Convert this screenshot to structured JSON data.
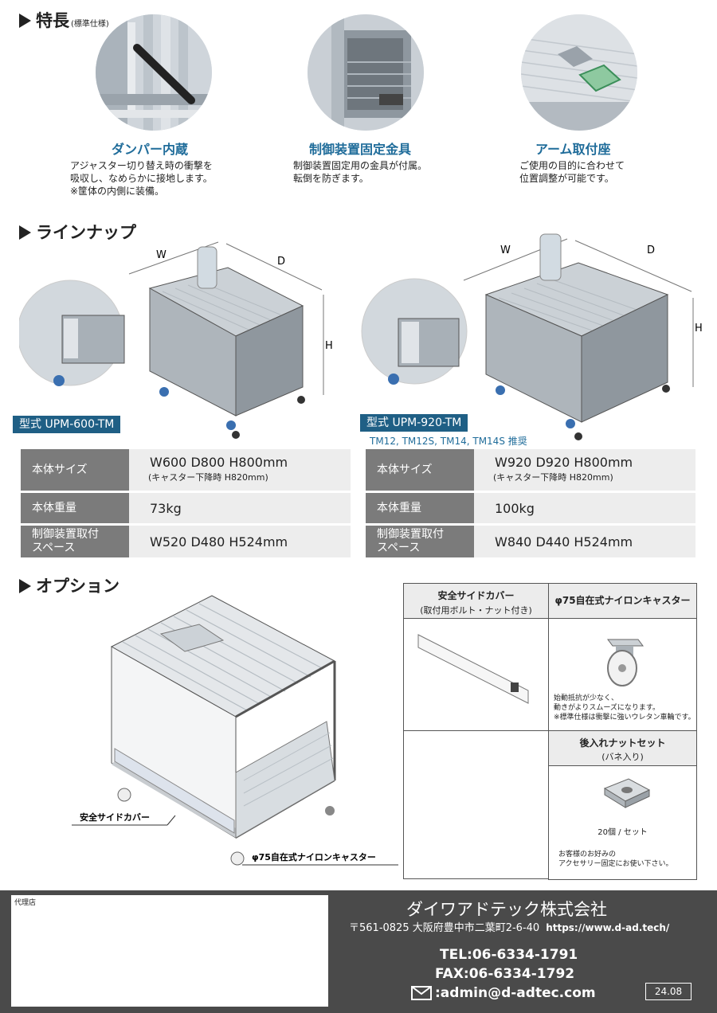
{
  "features_section": {
    "title": "特長",
    "subtitle": "(標準仕様)",
    "items": [
      {
        "title": "ダンパー内蔵",
        "desc": [
          "アジャスター切り替え時の衝撃を",
          "吸収し、なめらかに接地します。",
          "※筐体の内側に装備。"
        ]
      },
      {
        "title": "制御装置固定金具",
        "desc": [
          "制御装置固定用の金具が付属。",
          "転倒を防ぎます。"
        ]
      },
      {
        "title": "アーム取付座",
        "desc": [
          "ご使用の目的に合わせて",
          "位置調整が可能です。"
        ]
      }
    ]
  },
  "lineup_section": {
    "title": "ラインナップ",
    "dims": {
      "w": "W",
      "d": "D",
      "h": "H"
    },
    "models": [
      {
        "tag": "型式 UPM-600-TM",
        "recommend": "",
        "rows": [
          {
            "key": "本体サイズ",
            "value": "W600 D800 H800mm",
            "note": "(キャスター下降時 H820mm)"
          },
          {
            "key": "本体重量",
            "value": "73kg",
            "note": ""
          },
          {
            "key": "制御装置取付\nスペース",
            "value": "W520 D480 H524mm",
            "note": ""
          }
        ]
      },
      {
        "tag": "型式 UPM-920-TM",
        "recommend": "TM12, TM12S, TM14, TM14S 推奨",
        "rows": [
          {
            "key": "本体サイズ",
            "value": "W920 D920 H800mm",
            "note": "(キャスター下降時 H820mm)"
          },
          {
            "key": "本体重量",
            "value": "100kg",
            "note": ""
          },
          {
            "key": "制御装置取付\nスペース",
            "value": "W840 D440 H524mm",
            "note": ""
          }
        ]
      }
    ]
  },
  "options_section": {
    "title": "オプション",
    "callouts": {
      "cover": "安全サイドカバー",
      "caster": "φ75自在式ナイロンキャスター"
    },
    "cover": {
      "title": "安全サイドカバー",
      "sub": "(取付用ボルト・ナット付き)"
    },
    "caster": {
      "title": "φ75自在式ナイロンキャスター",
      "desc": [
        "始動抵抗が少なく、",
        "動きがよりスムーズになります。",
        "※標準仕様は衝撃に強いウレタン車輪です。"
      ]
    },
    "nut": {
      "title": "後入れナットセット",
      "sub": "(バネ入り)",
      "qty": "20個 / セット",
      "desc": [
        "お客様のお好みの",
        "アクセサリー固定にお使い下さい。"
      ]
    }
  },
  "footer": {
    "agent_label": "代理店",
    "company": "ダイワアドテック株式会社",
    "address": "〒561-0825 大阪府豊中市二葉町2-6-40",
    "url": "https://www.d-ad.tech/",
    "tel": "TEL:06-6334-1791",
    "fax": "FAX:06-6334-1792",
    "email": ":admin@d-adtec.com",
    "version": "24.08"
  },
  "colors": {
    "accent": "#1f6c9a",
    "tag_bg": "#1f5f85",
    "key_bg": "#7b7b7b",
    "value_bg": "#ededed",
    "footer_bg": "#4a4a4a"
  }
}
